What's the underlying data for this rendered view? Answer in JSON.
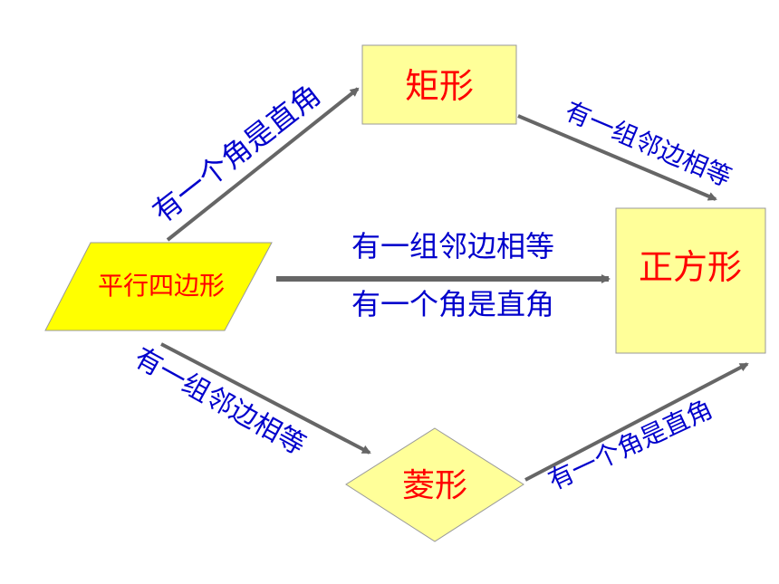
{
  "nodes": {
    "parallelogram": "平行四边形",
    "rectangle": "矩形",
    "rhombus": "菱形",
    "square": "正方形"
  },
  "edges": {
    "para_to_rect": "有一个角是直角",
    "rect_to_square": "有一组邻边相等",
    "para_to_square_top": "有一组邻边相等",
    "para_to_square_bottom": "有一个角是直角",
    "para_to_rhombus": "有一组邻边相等",
    "rhombus_to_square": "有一个角是直角"
  },
  "colors": {
    "node_fill": "#ffff99",
    "parallelogram_fill": "#ffff00",
    "node_label": "#ff0000",
    "edge_label": "#0000cc",
    "arrow": "#666666"
  }
}
